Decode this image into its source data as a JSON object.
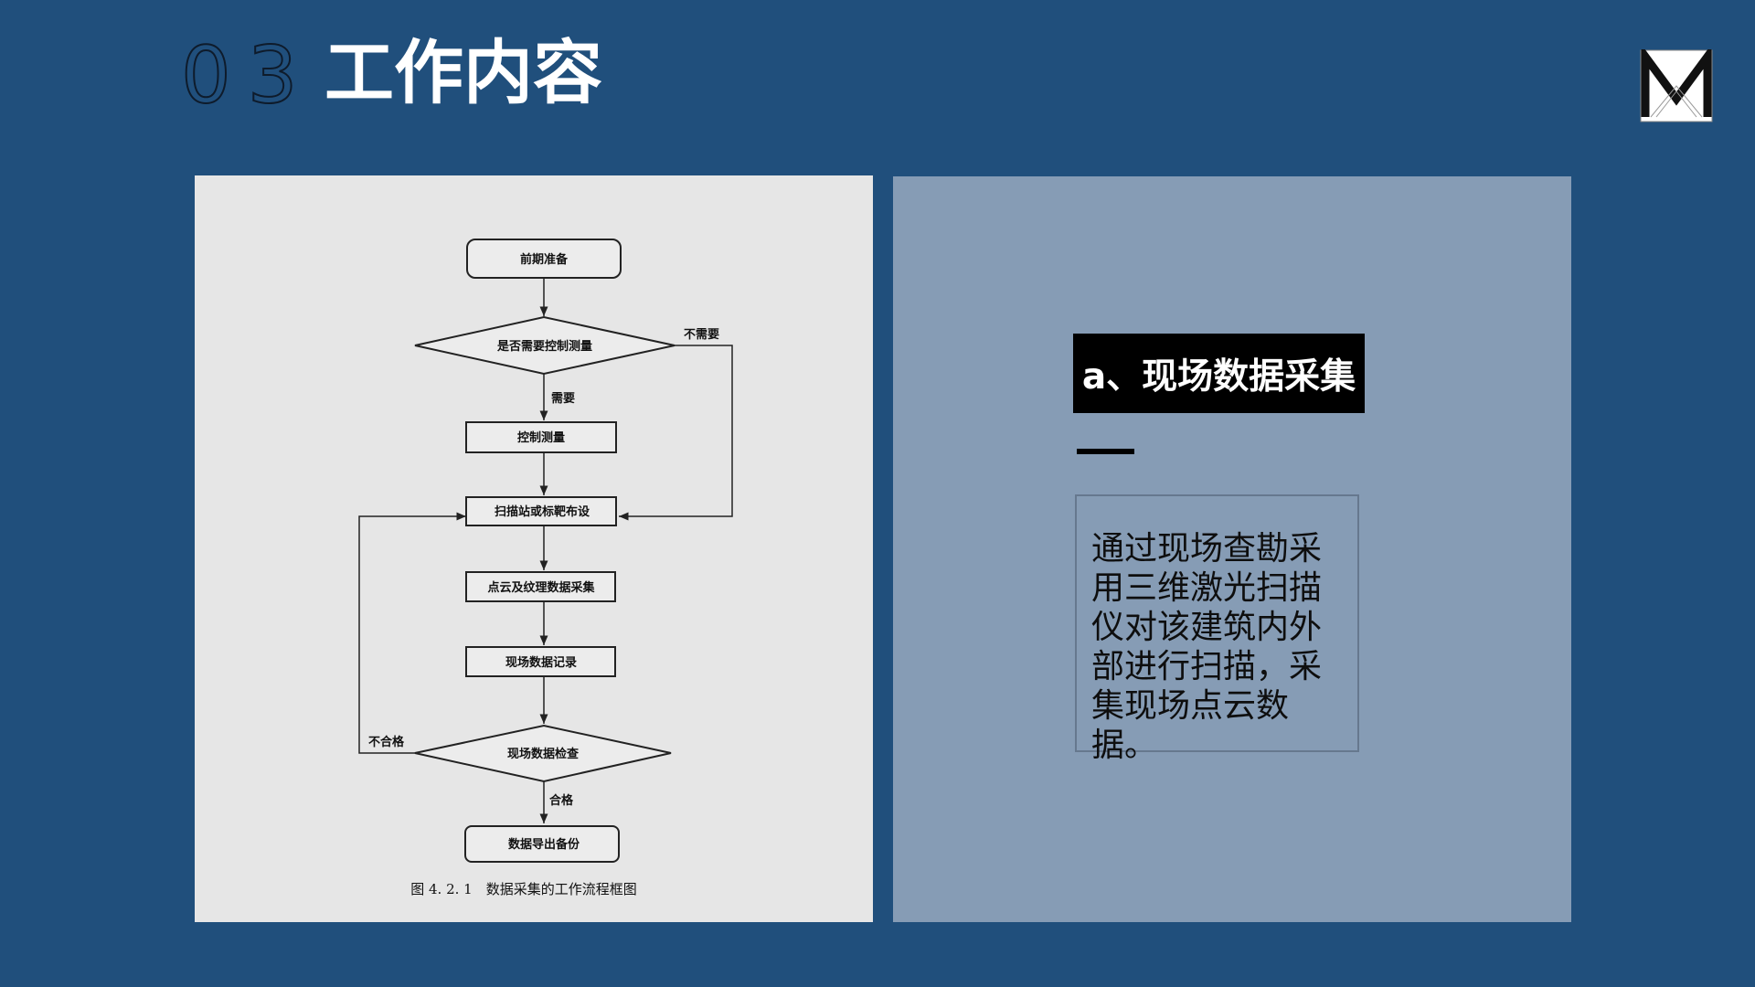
{
  "header": {
    "number": "03",
    "title": "工作内容"
  },
  "figure": {
    "nodes": {
      "prep": "前期准备",
      "decision_control": "是否需要控制测量",
      "control_survey": "控制测量",
      "scan_layout": "扫描站或标靶布设",
      "collect": "点云及纹理数据采集",
      "record": "现场数据记录",
      "check": "现场数据检查",
      "export": "数据导出备份"
    },
    "edge_labels": {
      "not_needed": "不需要",
      "needed": "需要",
      "fail": "不合格",
      "pass": "合格"
    },
    "caption": "图 4. 2. 1　数据采集的工作流程框图"
  },
  "info": {
    "heading": "a、现场数据采集",
    "description": "通过现场查勘采用三维激光扫描仪对该建筑内外部进行扫描，采集现场点云数据。"
  },
  "colors": {
    "background": "#204f7c",
    "figure_panel": "#e6e6e6",
    "info_panel": "#869cb5",
    "heading_bg": "#000000"
  }
}
